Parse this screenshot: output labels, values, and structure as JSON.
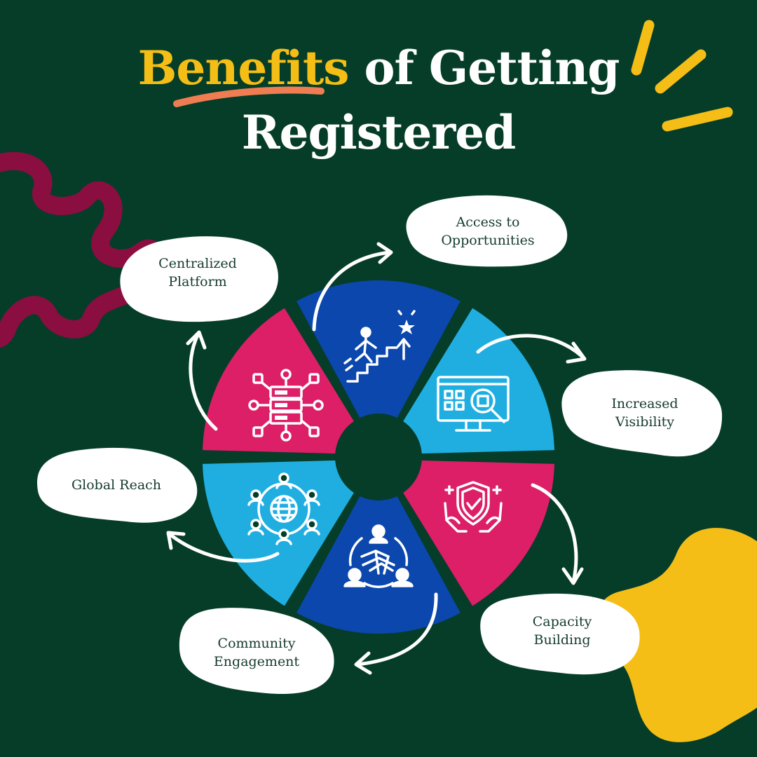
{
  "title": {
    "highlight": "Benefits",
    "rest_line1": "of Getting",
    "line2": "Registered"
  },
  "colors": {
    "background": "#053d28",
    "pink": "#dc1f67",
    "dark_blue": "#0b47ad",
    "light_blue": "#20aee1",
    "yellow": "#f5be16",
    "orange_underline": "#f07d52",
    "maroon": "#8a0e3f",
    "bubble": "#ffffff"
  },
  "wheel": {
    "segments": [
      {
        "id": "centralized",
        "color": "pink",
        "icon": "network-server-icon"
      },
      {
        "id": "access",
        "color": "dark_blue",
        "icon": "stairs-climb-icon"
      },
      {
        "id": "visibility",
        "color": "light_blue",
        "icon": "monitor-search-icon"
      },
      {
        "id": "capacity",
        "color": "pink",
        "icon": "shield-hands-icon"
      },
      {
        "id": "community",
        "color": "dark_blue",
        "icon": "handshake-group-icon"
      },
      {
        "id": "global",
        "color": "light_blue",
        "icon": "globe-people-icon"
      }
    ]
  },
  "benefits": {
    "centralized": {
      "line1": "Centralized",
      "line2": "Platform"
    },
    "access": {
      "line1": "Access to",
      "line2": "Opportunities"
    },
    "visibility": {
      "line1": "Increased",
      "line2": "Visibility"
    },
    "capacity": {
      "line1": "Capacity",
      "line2": "Building"
    },
    "community": {
      "line1": "Community",
      "line2": "Engagement"
    },
    "global": {
      "line1": "Global Reach",
      "line2": ""
    }
  }
}
